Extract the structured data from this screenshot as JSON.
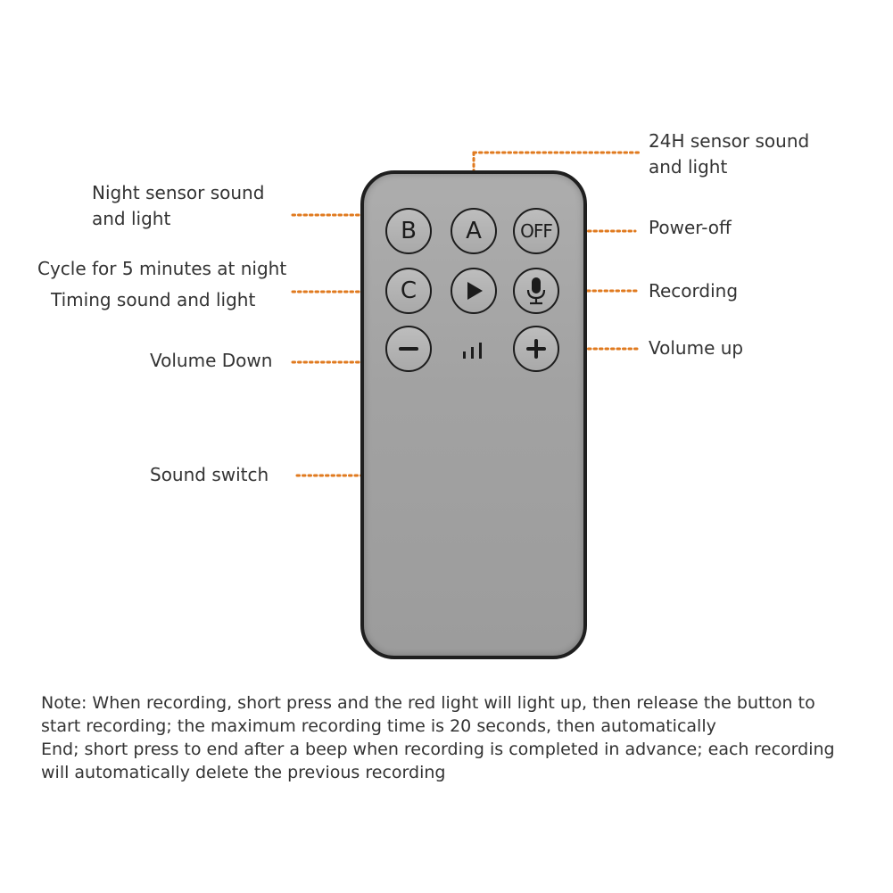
{
  "labels": {
    "sensor_24h_line1": "24H sensor sound",
    "sensor_24h_line2": "and light",
    "night_sensor_line1": "Night sensor sound",
    "night_sensor_line2": "and light",
    "power_off": "Power-off",
    "cycle_line1": "Cycle for 5 minutes at night",
    "cycle_line2": "Timing sound and light",
    "recording": "Recording",
    "volume_down": "Volume Down",
    "volume_up": "Volume up",
    "sound_switch": "Sound switch"
  },
  "buttons": {
    "b": "B",
    "a": "A",
    "off": "OFF",
    "c": "C"
  },
  "note": {
    "line1": "Note: When recording, short press and the red light will light up, then release the button to",
    "line2": "start recording; the maximum recording time is 20 seconds, then automatically",
    "line3": "End; short press to end after a beep when recording is completed in advance; each recording",
    "line4": "will automatically delete the previous recording"
  },
  "colors": {
    "leader_line": "#e07a1f",
    "remote_body": "#a6a6a6",
    "remote_border": "#1f1f1f"
  },
  "icons": [
    "play-icon",
    "microphone-icon",
    "minus-icon",
    "plus-icon",
    "volume-bars-icon"
  ]
}
